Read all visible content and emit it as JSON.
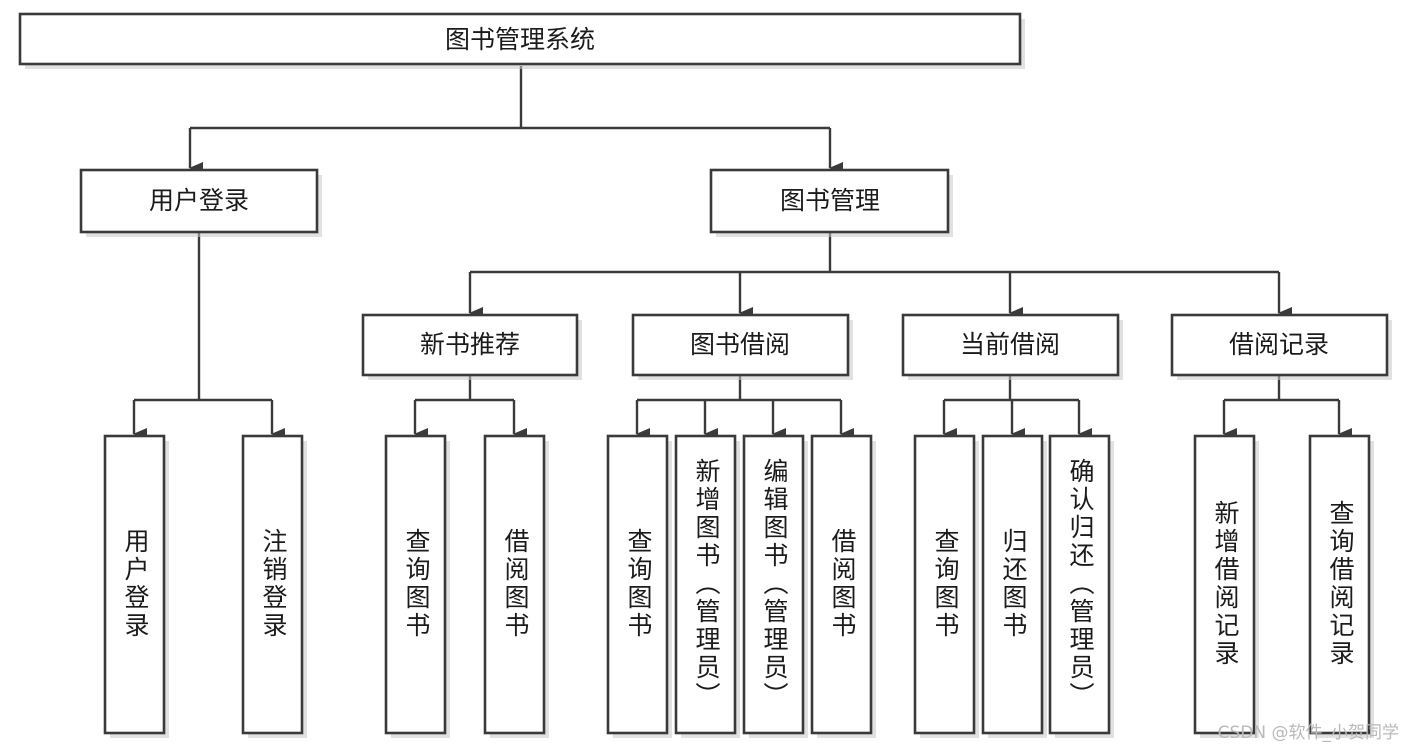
{
  "diagram": {
    "type": "tree-hierarchy",
    "title": "图书管理系统",
    "watermark": "CSDN @软件_小贺同学",
    "colors": {
      "stroke": "#3a3a3a",
      "fill": "#ffffff",
      "text": "#1b1b1b",
      "shadow": "#c9c9c9",
      "watermark": "#b9b9b9"
    },
    "levels": {
      "root": {
        "label": "图书管理系统"
      },
      "level2": [
        {
          "label": "用户登录"
        },
        {
          "label": "图书管理"
        }
      ],
      "level3": [
        {
          "label": "新书推荐"
        },
        {
          "label": "图书借阅"
        },
        {
          "label": "当前借阅"
        },
        {
          "label": "借阅记录"
        }
      ]
    },
    "leaves": {
      "user_login": [
        {
          "label": "用户登录"
        },
        {
          "label": "注销登录"
        }
      ],
      "new_book_recommend": [
        {
          "label": "查询图书"
        },
        {
          "label": "借阅图书"
        }
      ],
      "book_borrow": [
        {
          "label": "查询图书"
        },
        {
          "label": "新增图书（管理员）"
        },
        {
          "label": "编辑图书（管理员）"
        },
        {
          "label": "借阅图书"
        }
      ],
      "current_borrow": [
        {
          "label": "查询图书"
        },
        {
          "label": "归还图书"
        },
        {
          "label": "确认归还（管理员）"
        }
      ],
      "borrow_record": [
        {
          "label": "新增借阅记录"
        },
        {
          "label": "查询借阅记录"
        }
      ]
    }
  }
}
